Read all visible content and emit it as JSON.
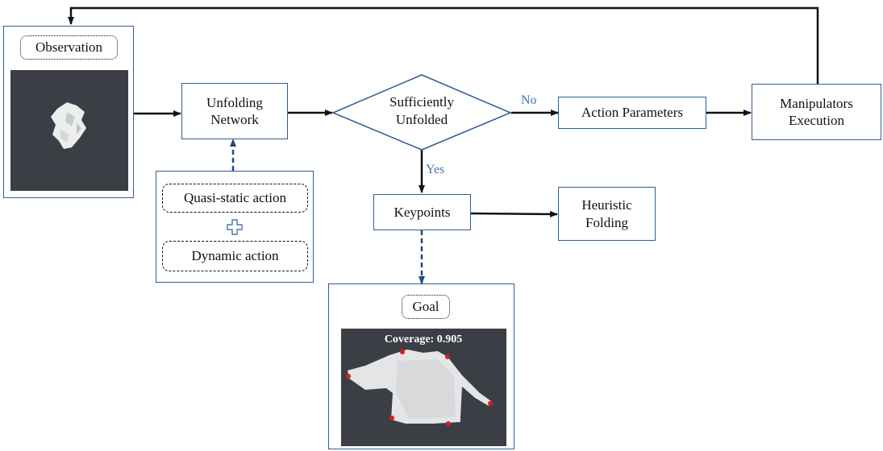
{
  "observation": {
    "title": "Observation"
  },
  "unfolding_network": {
    "line1": "Unfolding",
    "line2": "Network"
  },
  "decision": {
    "line1": "Sufficiently",
    "line2": "Unfolded",
    "no_label": "No",
    "yes_label": "Yes"
  },
  "action_parameters": {
    "label": "Action Parameters"
  },
  "manipulators": {
    "line1": "Manipulators",
    "line2": "Execution"
  },
  "actions": {
    "quasi_static": "Quasi-static action",
    "plus_icon": "plus-icon",
    "dynamic": "Dynamic action"
  },
  "keypoints": {
    "label": "Keypoints"
  },
  "heuristic": {
    "line1": "Heuristic",
    "line2": "Folding"
  },
  "goal": {
    "title": "Goal",
    "coverage_text": "Coverage: 0.905"
  },
  "colors": {
    "box_border": "#2e5c9a",
    "label_blue": "#4a72ad",
    "dashed_arrow": "#1f4a78",
    "keypoint_red": "#e0191f",
    "photo_background": "#3a3e44"
  }
}
